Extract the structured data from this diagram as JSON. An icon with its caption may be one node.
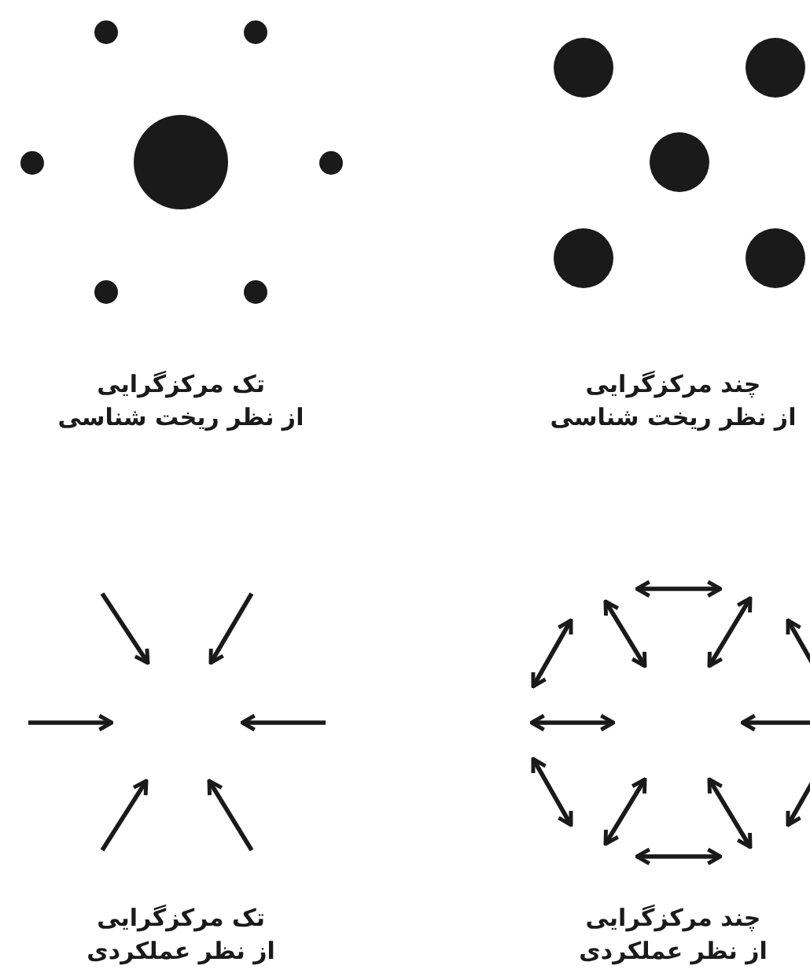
{
  "diagram": {
    "nodes": [
      {
        "text": [],
        "shape": "circle"
      },
      {
        "text": [],
        "shape": "circle"
      },
      {
        "text": [],
        "shape": "circle"
      },
      {
        "text": [],
        "shape": "circle"
      },
      {
        "text": [],
        "shape": "circle"
      },
      {
        "text": [],
        "shape": "circle"
      },
      {
        "text": [],
        "shape": "circle"
      },
      {
        "text": [],
        "shape": "circle"
      },
      {
        "text": [],
        "shape": "circle"
      },
      {
        "text": [],
        "shape": "circle"
      },
      {
        "text": [],
        "shape": "circle"
      },
      {
        "text": [],
        "shape": "circle"
      }
    ],
    "labels": [
      "تک مرکزگرایی",
      "از نظر ریخت شناسی",
      "چند مرکزگرایی",
      "از نظر ریخت شناسی",
      "تک مرکزگرایی",
      "از نظر عملکردی",
      "چند مرکزگرایی",
      "از نظر عملکردی"
    ]
  }
}
